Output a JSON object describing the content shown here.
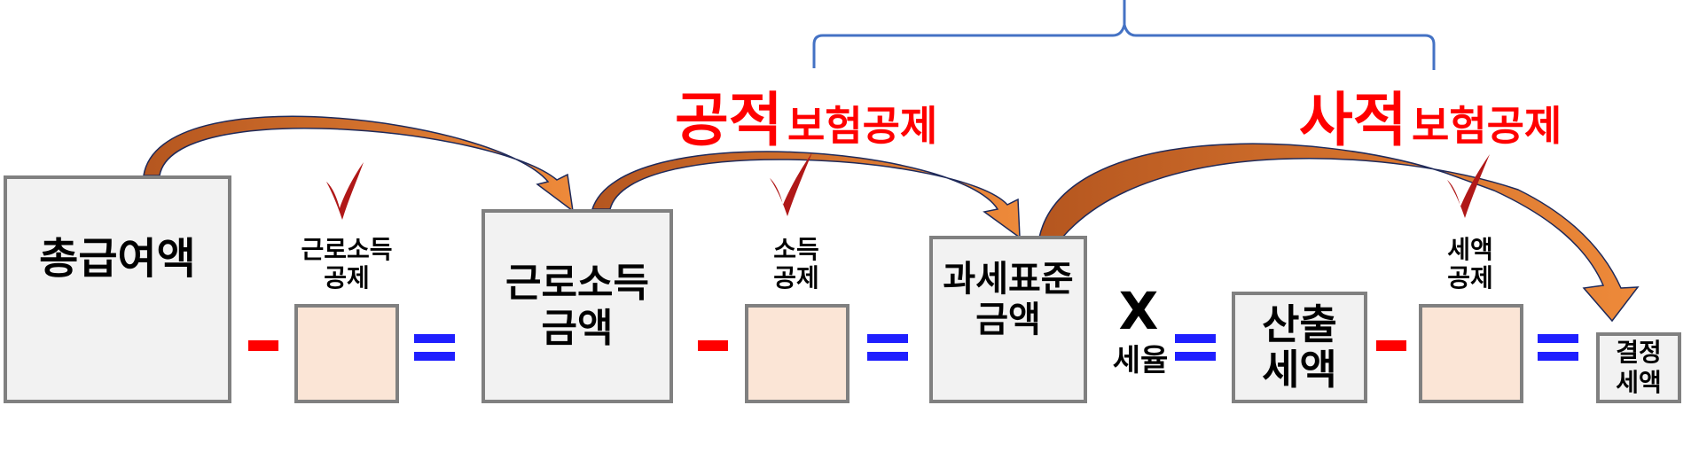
{
  "boxes": {
    "total_salary": "총급여액",
    "earned_income": "근로소득\n금액",
    "tax_base": "과세표준\n금액",
    "computed_tax": "산출\n세액",
    "final_tax": "결정\n세액"
  },
  "labels": {
    "earned_income_deduction": "근로소득\n공제",
    "income_deduction": "소득\n공제",
    "tax_credit": "세액\n공제",
    "multiply_sign": "X",
    "tax_rate": "세율"
  },
  "titles": {
    "public": {
      "main": "공적",
      "sub": "보험공제"
    },
    "private": {
      "main": "사적",
      "sub": "보험공제"
    }
  },
  "colors": {
    "arrow_fill": "#c0622a",
    "arrow_outline": "#1f2a5a",
    "check": "#b01818",
    "minus": "#ff0000",
    "equals": "#1f1fff",
    "brace": "#4472c4",
    "title": "#ff0000"
  }
}
